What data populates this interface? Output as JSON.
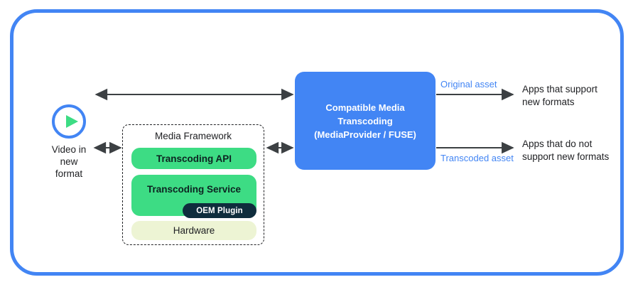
{
  "diagram": {
    "title_hidden": "Compatible Media Transcoding architecture",
    "frame_color": "#4285F4",
    "source": {
      "icon": "play-circle-icon",
      "caption": "Video in\nnew\nformat"
    },
    "framework": {
      "title": "Media Framework",
      "items": [
        {
          "label": "Transcoding API",
          "color": "#3DDC84"
        },
        {
          "label": "Transcoding Service",
          "color": "#3DDC84"
        },
        {
          "label": "Hardware",
          "color": "#EDF4D4"
        }
      ],
      "badge": {
        "label": "OEM Plugin",
        "color": "#0F2D3D"
      }
    },
    "central": {
      "label": "Compatible Media\nTranscoding\n(MediaProvider / FUSE)",
      "color": "#4285F4"
    },
    "outputs": [
      {
        "asset_label": "Original asset",
        "target_label": "Apps that support\nnew formats"
      },
      {
        "asset_label": "Transcoded asset",
        "target_label": "Apps that do not\nsupport new formats"
      }
    ],
    "connectors": [
      {
        "name": "source-to-central",
        "type": "double-arrow"
      },
      {
        "name": "source-to-framework",
        "type": "double-arrow"
      },
      {
        "name": "framework-to-central",
        "type": "double-arrow"
      },
      {
        "name": "central-to-apps-support",
        "type": "single-arrow"
      },
      {
        "name": "central-to-apps-nosupport",
        "type": "single-arrow"
      }
    ]
  }
}
